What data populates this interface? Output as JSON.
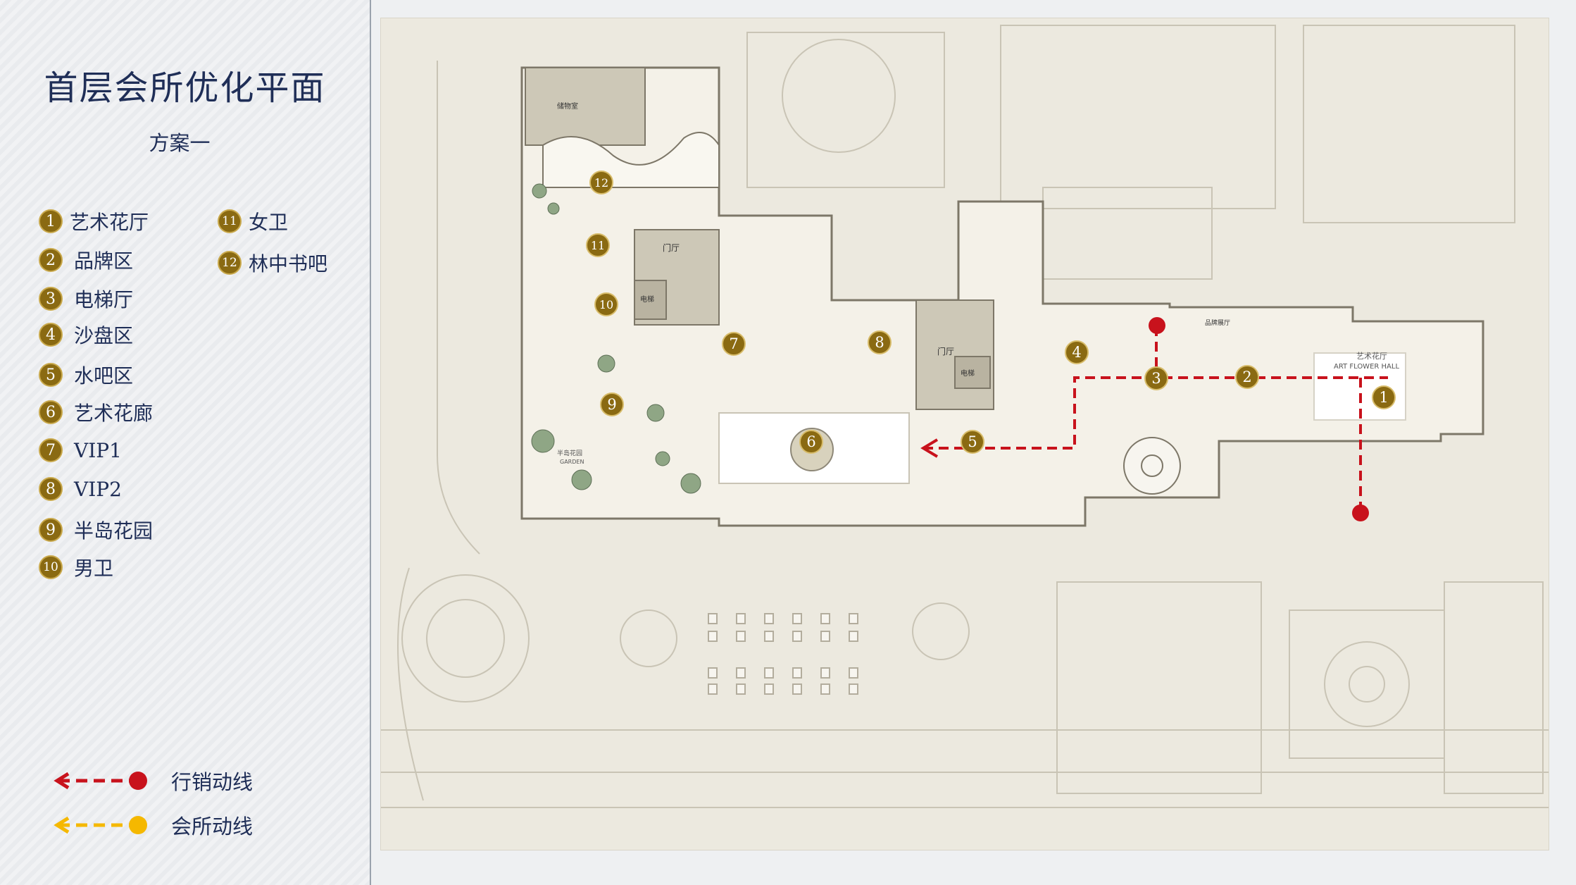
{
  "title": "首层会所优化平面",
  "subtitle": "方案一",
  "legend": [
    {
      "num": "1",
      "label": "艺术花厅"
    },
    {
      "num": "2",
      "label": "品牌区"
    },
    {
      "num": "3",
      "label": "电梯厅"
    },
    {
      "num": "4",
      "label": "沙盘区"
    },
    {
      "num": "5",
      "label": "水吧区"
    },
    {
      "num": "6",
      "label": "艺术花廊"
    },
    {
      "num": "7",
      "label": "VIP1"
    },
    {
      "num": "8",
      "label": "VIP2"
    },
    {
      "num": "9",
      "label": "半岛花园"
    },
    {
      "num": "10",
      "label": "男卫"
    },
    {
      "num": "11",
      "label": "女卫"
    },
    {
      "num": "12",
      "label": "林中书吧"
    }
  ],
  "routes": [
    {
      "label": "行销动线",
      "color": "#c8121c"
    },
    {
      "label": "会所动线",
      "color": "#f5b800"
    }
  ],
  "plan_labels": {
    "art_flower_hall": "艺术花厅",
    "art_flower_hall_en": "ART FLOWER HALL",
    "lobby_left": "门厅",
    "lobby_right": "门厅",
    "elevator_left": "电梯",
    "elevator_right": "电梯",
    "garden": "半岛花园",
    "garden_en": "GARDEN",
    "brand": "品牌展厅",
    "storage": "储物室"
  },
  "colors": {
    "marker": "#8a6a12",
    "sales_route": "#c8121c",
    "club_route": "#f5b800",
    "text": "#1f2e57"
  }
}
